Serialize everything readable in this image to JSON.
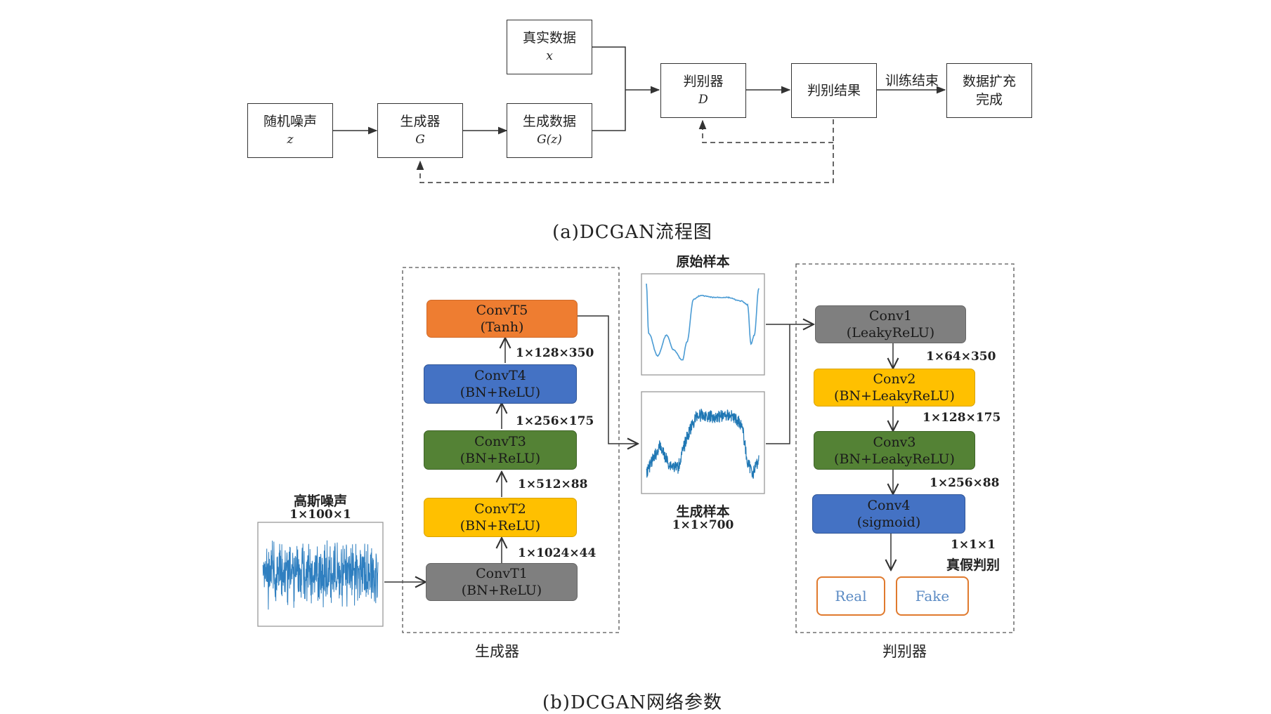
{
  "flow": {
    "noise": {
      "label": "随机噪声",
      "symbol": "z"
    },
    "generator": {
      "label": "生成器",
      "symbol": "G"
    },
    "real_data": {
      "label": "真实数据",
      "symbol": "x"
    },
    "gen_data": {
      "label": "生成数据",
      "symbol": "G(z)"
    },
    "discriminator": {
      "label": "判别器",
      "symbol": "D"
    },
    "result": {
      "label": "判别结果"
    },
    "train_end": "训练结束",
    "done": {
      "line1": "数据扩充",
      "line2": "完成"
    },
    "caption": "(a)DCGAN流程图"
  },
  "network": {
    "noise_title": "高斯噪声",
    "noise_dim": "1×100×1",
    "generator_layers": [
      {
        "name": "ConvT5",
        "act": "(Tanh)",
        "color": "#ee7d31"
      },
      {
        "name": "ConvT4",
        "act": "(BN+ReLU)",
        "color": "#4472c4"
      },
      {
        "name": "ConvT3",
        "act": "(BN+ReLU)",
        "color": "#548235"
      },
      {
        "name": "ConvT2",
        "act": "(BN+ReLU)",
        "color": "#ffc000"
      },
      {
        "name": "ConvT1",
        "act": "(BN+ReLU)",
        "color": "#7f7f7f"
      }
    ],
    "generator_dims": [
      "1×128×350",
      "1×256×175",
      "1×512×88",
      "1×1024×44"
    ],
    "generator_label": "生成器",
    "original_sample": "原始样本",
    "generated_sample": "生成样本",
    "generated_dim": "1×1×700",
    "discriminator_layers": [
      {
        "name": "Conv1",
        "act": "(LeakyReLU)",
        "color": "#7f7f7f"
      },
      {
        "name": "Conv2",
        "act": "(BN+LeakyReLU)",
        "color": "#ffc000"
      },
      {
        "name": "Conv3",
        "act": "(BN+LeakyReLU)",
        "color": "#548235"
      },
      {
        "name": "Conv4",
        "act": "(sigmoid)",
        "color": "#4472c4"
      }
    ],
    "discriminator_dims": [
      "1×64×350",
      "1×128×175",
      "1×256×88"
    ],
    "output_dim": "1×1×1",
    "output_label": "真假判别",
    "outputs": [
      "Real",
      "Fake"
    ],
    "discriminator_label": "判别器",
    "caption": "(b)DCGAN网络参数"
  },
  "colors": {
    "signal": "#2f7fc0",
    "line": "#333333",
    "output_border": "#e07a2e"
  }
}
